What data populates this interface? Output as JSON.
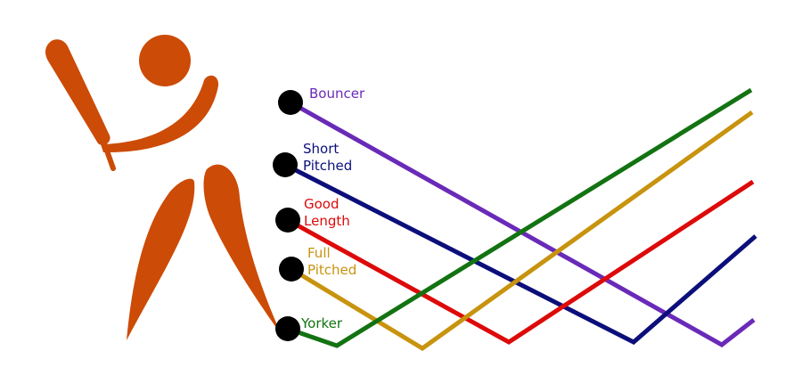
{
  "figure": {
    "icon": "cricket-batsman-icon",
    "player_color": "#cc4b06"
  },
  "deliveries": [
    {
      "key": "bouncer",
      "lines": [
        "Bouncer"
      ],
      "color": "#6a2ab8"
    },
    {
      "key": "short-pitched",
      "lines": [
        "Short",
        "Pitched"
      ],
      "color": "#0c0f7a"
    },
    {
      "key": "good-length",
      "lines": [
        "Good",
        "Length"
      ],
      "color": "#dd0a0a"
    },
    {
      "key": "full-pitched",
      "lines": [
        "Full",
        "Pitched"
      ],
      "color": "#c8930e"
    },
    {
      "key": "yorker",
      "lines": [
        "Yorker"
      ],
      "color": "#137312"
    }
  ]
}
